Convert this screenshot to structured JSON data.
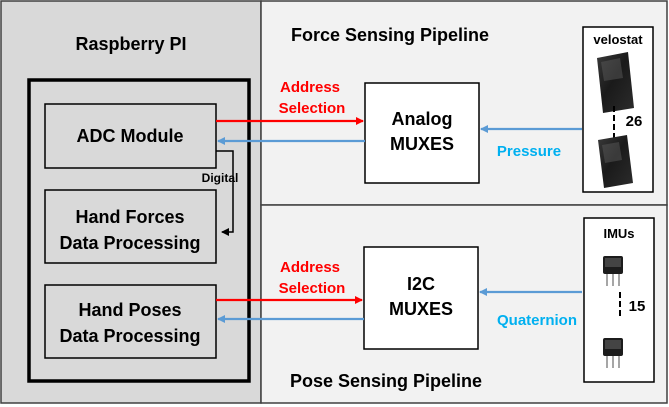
{
  "rpi": {
    "title": "Raspberry PI",
    "adc": "ADC Module",
    "digital_label": "Digital",
    "hand_forces": [
      "Hand Forces",
      "Data Processing"
    ],
    "hand_poses": [
      "Hand Poses",
      "Data Processing"
    ]
  },
  "force": {
    "title": "Force Sensing Pipeline",
    "address": [
      "Address",
      "Selection"
    ],
    "mux": [
      "Analog",
      "MUXES"
    ],
    "signal": "Pressure",
    "sensor_title": "velostat",
    "count": "26"
  },
  "pose": {
    "title": "Pose Sensing Pipeline",
    "address": [
      "Address",
      "Selection"
    ],
    "mux": [
      "I2C",
      "MUXES"
    ],
    "signal": "Quaternion",
    "sensor_title": "IMUs",
    "count": "15"
  },
  "colors": {
    "address_arrow": "#ff0000",
    "signal_arrow": "#5b9bd5",
    "signal_text": "#00b0f0",
    "rpi_bg": "#d9d9d9",
    "pipeline_bg": "#f2f2f2"
  }
}
